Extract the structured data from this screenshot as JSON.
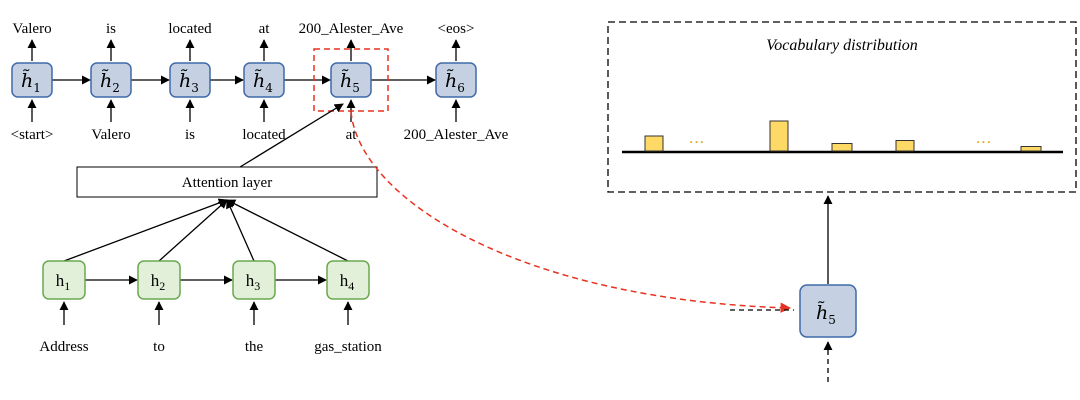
{
  "decoder": {
    "outputs": [
      "Valero",
      "is",
      "located",
      "at",
      "200_Alester_Ave",
      "<eos>"
    ],
    "inputs": [
      "<start>",
      "Valero",
      "is",
      "located",
      "at",
      "200_Alester_Ave"
    ],
    "nodes": [
      {
        "symbol": "h̃",
        "sub": "1"
      },
      {
        "symbol": "h̃",
        "sub": "2"
      },
      {
        "symbol": "h̃",
        "sub": "3"
      },
      {
        "symbol": "h̃",
        "sub": "4"
      },
      {
        "symbol": "h̃",
        "sub": "5"
      },
      {
        "symbol": "h̃",
        "sub": "6"
      }
    ],
    "highlight_index": 4
  },
  "attention": {
    "label": "Attention layer"
  },
  "encoder": {
    "nodes": [
      {
        "symbol": "h",
        "sub": "1"
      },
      {
        "symbol": "h",
        "sub": "2"
      },
      {
        "symbol": "h",
        "sub": "3"
      },
      {
        "symbol": "h",
        "sub": "4"
      }
    ],
    "inputs": [
      "Address",
      "to",
      "the",
      "gas_station"
    ]
  },
  "detail": {
    "node": {
      "symbol": "h̃",
      "sub": "5"
    },
    "vocab_title": "Vocabulary distribution",
    "bars": [
      0.5,
      1.0,
      0.25,
      0.35,
      0.15
    ],
    "dots": [
      "…",
      "…"
    ]
  },
  "colors": {
    "decoder_fill": "#c5d1e3",
    "decoder_stroke": "#3e6aa8",
    "encoder_fill": "#e2f0d9",
    "encoder_stroke": "#6aa84f",
    "bar_fill": "#ffd966",
    "bar_stroke": "#333333",
    "highlight": "#e8321f"
  }
}
